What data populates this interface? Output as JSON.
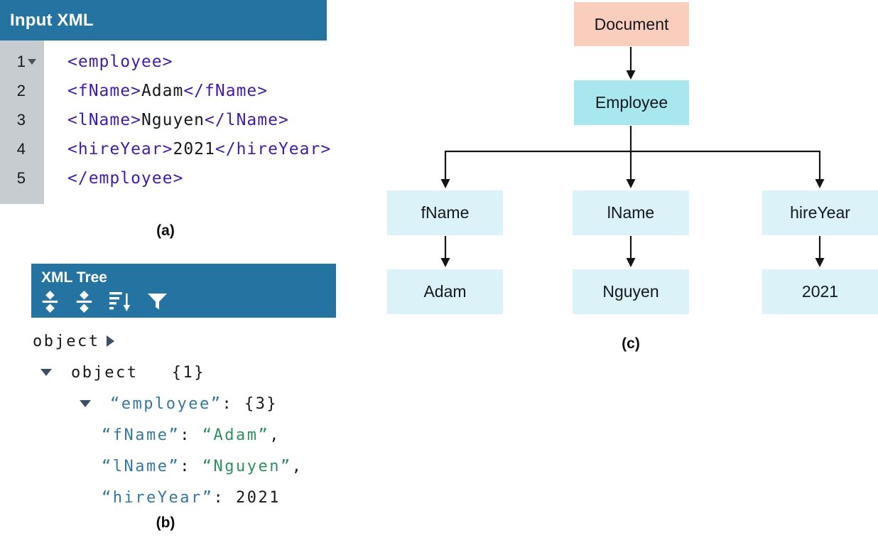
{
  "colors": {
    "header_blue": "#2573A0",
    "gutter_gray": "#C7CCD0",
    "tag_purple": "#431CA5",
    "key_blue": "#35789F",
    "string_green": "#2E8F63",
    "caret_slate": "#3E4E66",
    "node_salmon": "#F9CEBD",
    "node_cyan": "#A8E7EE",
    "node_light_cyan": "#DAF2F8",
    "arrow_black": "#141414"
  },
  "panel_a": {
    "title": "Input XML",
    "sub_label": "(a)",
    "lines": [
      {
        "num": "1",
        "fold": true,
        "segments": [
          {
            "t": "<employee>",
            "c": "tag"
          }
        ]
      },
      {
        "num": "2",
        "fold": false,
        "segments": [
          {
            "t": "<fName>",
            "c": "tag"
          },
          {
            "t": "Adam",
            "c": "text"
          },
          {
            "t": "</fName>",
            "c": "tag"
          }
        ]
      },
      {
        "num": "3",
        "fold": false,
        "segments": [
          {
            "t": "<lName>",
            "c": "tag"
          },
          {
            "t": "Nguyen",
            "c": "text"
          },
          {
            "t": "</lName>",
            "c": "tag"
          }
        ]
      },
      {
        "num": "4",
        "fold": false,
        "segments": [
          {
            "t": "<hireYear>",
            "c": "tag"
          },
          {
            "t": "2021",
            "c": "text"
          },
          {
            "t": "</hireYear>",
            "c": "tag"
          }
        ]
      },
      {
        "num": "5",
        "fold": false,
        "segments": [
          {
            "t": "</employee>",
            "c": "tag"
          }
        ]
      }
    ]
  },
  "panel_b": {
    "title": "XML Tree",
    "sub_label": "(b)",
    "toolbar": [
      {
        "icon": "expand-all-icon"
      },
      {
        "icon": "collapse-all-icon"
      },
      {
        "icon": "sort-icon"
      },
      {
        "icon": "filter-icon"
      }
    ],
    "rows": [
      {
        "kind": "breadcrumb",
        "indent": 0,
        "caret": "right",
        "segments": [
          {
            "t": "object",
            "c": "plain"
          }
        ]
      },
      {
        "kind": "node",
        "indent": 1,
        "caret": "down",
        "segments": [
          {
            "t": "object   {1}",
            "c": "plain"
          }
        ]
      },
      {
        "kind": "node",
        "indent": 2,
        "caret": "down",
        "segments": [
          {
            "t": "“employee”",
            "c": "key"
          },
          {
            "t": ": {3}",
            "c": "plain"
          }
        ]
      },
      {
        "kind": "leaf",
        "indent": 3,
        "caret": null,
        "segments": [
          {
            "t": "“fName”",
            "c": "key"
          },
          {
            "t": ": ",
            "c": "plain"
          },
          {
            "t": "“Adam”",
            "c": "string"
          },
          {
            "t": ",",
            "c": "plain"
          }
        ]
      },
      {
        "kind": "leaf",
        "indent": 3,
        "caret": null,
        "segments": [
          {
            "t": "“lName”",
            "c": "key"
          },
          {
            "t": ": ",
            "c": "plain"
          },
          {
            "t": "“Nguyen”",
            "c": "string"
          },
          {
            "t": ",",
            "c": "plain"
          }
        ]
      },
      {
        "kind": "leaf",
        "indent": 3,
        "caret": null,
        "segments": [
          {
            "t": "“hireYear”",
            "c": "key"
          },
          {
            "t": ": ",
            "c": "plain"
          },
          {
            "t": "2021",
            "c": "number"
          }
        ]
      }
    ]
  },
  "diagram": {
    "sub_label": "(c)",
    "nodes": {
      "document": {
        "text": "Document"
      },
      "employee": {
        "text": "Employee"
      },
      "fname": {
        "text": "fName"
      },
      "lname": {
        "text": "lName"
      },
      "hireyear": {
        "text": "hireYear"
      },
      "adam": {
        "text": "Adam"
      },
      "nguyen": {
        "text": "Nguyen"
      },
      "year": {
        "text": "2021"
      }
    }
  }
}
